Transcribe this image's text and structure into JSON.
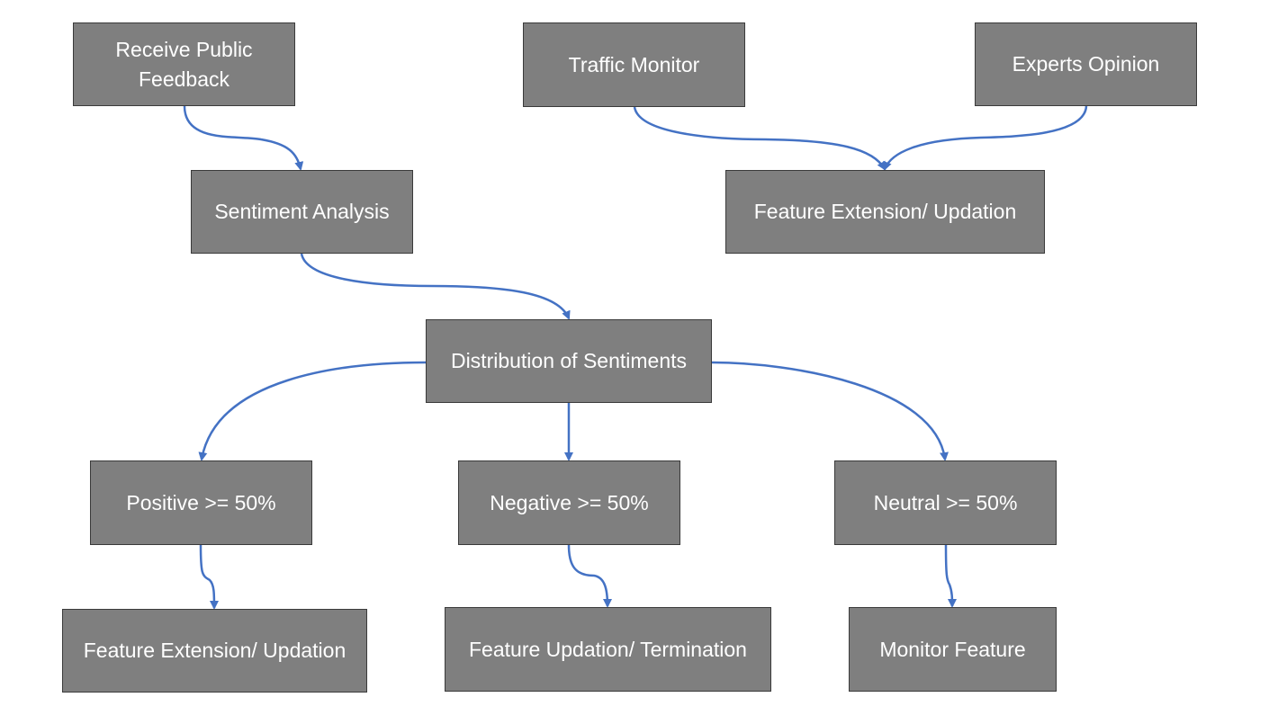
{
  "diagram": {
    "nodes": {
      "receive_feedback": "Receive Public\nFeedback",
      "traffic_monitor": "Traffic Monitor",
      "experts_opinion": "Experts Opinion",
      "sentiment_analysis": "Sentiment Analysis",
      "feature_extension_top": "Feature Extension/ Updation",
      "distribution": "Distribution of Sentiments",
      "positive": "Positive >= 50%",
      "negative": "Negative >= 50%",
      "neutral": "Neutral >= 50%",
      "feature_extension_bottom": "Feature Extension/ Updation",
      "feature_termination": "Feature Updation/ Termination",
      "monitor_feature": "Monitor Feature"
    },
    "colors": {
      "box_fill": "#7f7f7f",
      "box_border": "#3a3a3a",
      "box_text": "#ffffff",
      "connector": "#4472c4"
    }
  }
}
